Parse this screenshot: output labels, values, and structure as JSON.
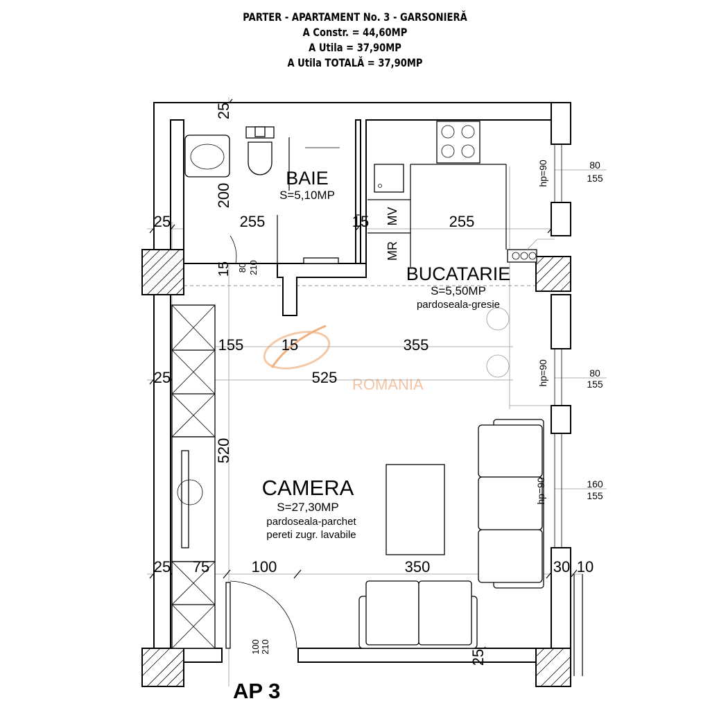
{
  "header": {
    "line1": "PARTER - APARTAMENT No. 3 - GARSONIERĂ",
    "line2": "A Constr.  = 44,60MP",
    "line3": "A Utila = 37,90MP",
    "line4": "A Utila TOTALĂ = 37,90MP"
  },
  "rooms": {
    "baie": {
      "name": "BAIE",
      "area": "S=5,10MP"
    },
    "bucatarie": {
      "name": "BUCATARIE",
      "area": "S=5,50MP",
      "floor": "pardoseala-gresie"
    },
    "camera": {
      "name": "CAMERA",
      "area": "S=27,30MP",
      "floor": "pardoseala-parchet",
      "walls": "pereti zugr. lavabile"
    }
  },
  "labels": {
    "mv": "MV",
    "mr": "MR",
    "apartment": "AP 3",
    "watermark": "ROMANIA"
  },
  "dimensions": {
    "d25_top": "25",
    "d200": "200",
    "d25_left1": "25",
    "d255_left": "255",
    "d15_a": "15",
    "d255_right": "255",
    "d15_b": "15",
    "d80_a": "80",
    "d210_a": "210",
    "d155_mid": "155",
    "d15_c": "15",
    "d355": "355",
    "d25_left2": "25",
    "d525": "525",
    "d520": "520",
    "d25_left3": "25",
    "d75": "75",
    "d100": "100",
    "d350": "350",
    "d30": "30",
    "d10": "10",
    "d100_door": "100",
    "d210_door": "210",
    "d25_bottom": "25"
  },
  "windows": {
    "w1_hp": "hp=90",
    "w1_width": "80",
    "w1_height": "155",
    "w2_hp": "hp=90",
    "w2_width": "80",
    "w2_height": "155",
    "w3_hp": "hp=90",
    "w3_width": "160",
    "w3_height": "155"
  }
}
